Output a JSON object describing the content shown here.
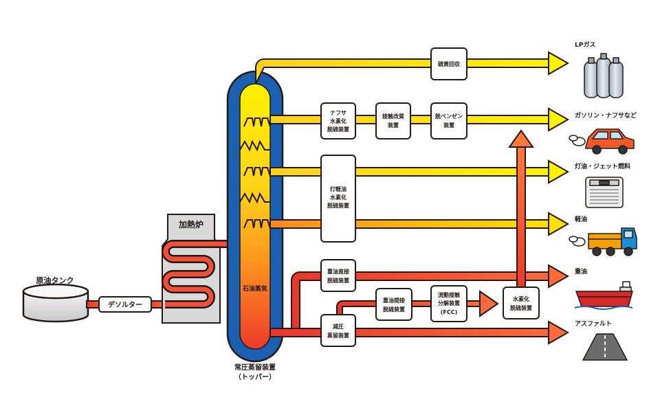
{
  "labels": {
    "crude_tank": "原油タンク",
    "desalter": "デソルター",
    "furnace": "加熱炉",
    "petroleum_vapor": "石油蒸気",
    "topper_line1": "常圧蒸留装置",
    "topper_line2": "（トッパー）",
    "sulfur_recovery": "硫黄回収",
    "naphtha_hdt": [
      "ナフサ",
      "水素化",
      "脱硫装置"
    ],
    "catalytic_reformer": [
      "接触改質",
      "装置"
    ],
    "debenzene": [
      "脱ベンゼン",
      "装置"
    ],
    "kerosene_gasoil_hdt": [
      "灯軽油",
      "水素化",
      "脱硫装置"
    ],
    "direct_desulf": [
      "重油直接",
      "脱硫装置"
    ],
    "vacuum_distill": [
      "減圧",
      "蒸留装置"
    ],
    "indirect_desulf": [
      "重油間接",
      "脱硫装置"
    ],
    "fcc": [
      "流動接触",
      "分解装置",
      "(FCC)"
    ],
    "hydro_desulf": [
      "水素化",
      "脱硫装置"
    ]
  },
  "products": {
    "lpg": "LPガス",
    "gasoline": "ガソリン・ナフサなど",
    "kerosene_jet": "灯油・ジェット燃料",
    "diesel": "軽油",
    "heavy_oil": "重油",
    "asphalt": "アスファルト"
  },
  "colors": {
    "column_blue": "#1a5fb0",
    "yellow": "#fff200",
    "orange": "#ff9a1f",
    "red": "#ee3a2a",
    "outline": "#231815",
    "gray": "#d9d9d9"
  },
  "icons": {
    "lpg": "gas-cylinders-icon",
    "gasoline": "car-icon",
    "kerosene_jet": "kerosene-heater-icon",
    "diesel": "truck-icon",
    "heavy_oil": "tanker-ship-icon",
    "asphalt": "road-icon"
  }
}
